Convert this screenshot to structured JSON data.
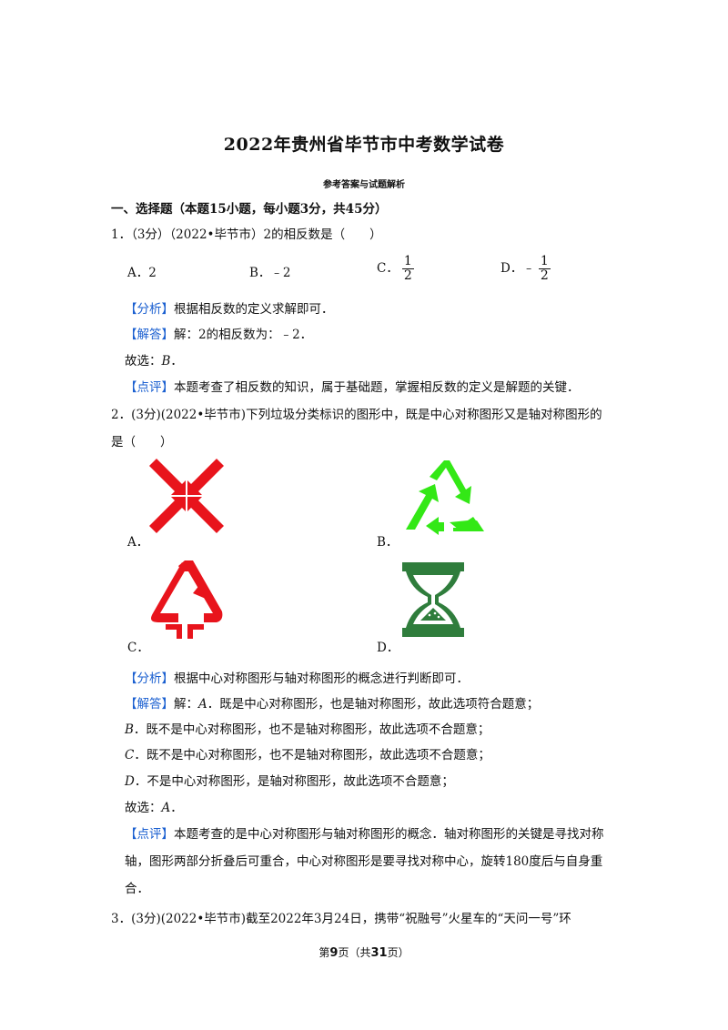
{
  "title": "2022年贵州省毕节市中考数学试卷",
  "subtitle": "参考答案与试题解析",
  "section": "一、选择题（本题15小题，每小题3分，共45分）",
  "q1": {
    "stem": "1．（3分）（2022•毕节市）2的相反数是（　　）",
    "opt_a": "A．2",
    "opt_b": "B．﹣2",
    "opt_c_prefix": "C．",
    "opt_d_prefix": "D．﹣",
    "frac_num": "1",
    "frac_den": "2",
    "analysis_tag": "【分析】",
    "analysis": "根据相反数的定义求解即可．",
    "answer_tag": "【解答】",
    "answer": "解：2的相反数为：﹣2．",
    "choice": "故选：",
    "choice_letter": "B",
    "choice_end": "．",
    "comment_tag": "【点评】",
    "comment": "本题考查了相反数的知识，属于基础题，掌握相反数的定义是解题的关键．"
  },
  "q2": {
    "stem1": "2．(3分)(2022•毕节市)下列垃圾分类标识的图形中，既是中心对称图形又是轴对称图形的",
    "stem2": "是（　　）",
    "label_a": "A．",
    "label_b": "B．",
    "label_c": "C．",
    "label_d": "D．",
    "analysis_tag": "【分析】",
    "analysis": "根据中心对称图形与轴对称图形的概念进行判断即可．",
    "answer_tag": "【解答】",
    "answer_a_pre": "解：",
    "answer_a_letter": "A",
    "answer_a": "．既是中心对称图形，也是轴对称图形，故此选项符合题意；",
    "answer_b_letter": "B",
    "answer_b": "．既不是中心对称图形，也不是轴对称图形，故此选项不合题意；",
    "answer_c_letter": "C",
    "answer_c": "．既不是中心对称图形，也不是轴对称图形，故此选项不合题意；",
    "answer_d_letter": "D",
    "answer_d": "．不是中心对称图形，是轴对称图形，故此选项不合题意；",
    "choice": "故选：",
    "choice_letter": "A",
    "choice_end": "．",
    "comment_tag": "【点评】",
    "comment1": "本题考查的是中心对称图形与轴对称图形的概念．轴对称图形的关键是寻找对称",
    "comment2": "轴，图形两部分折叠后可重合，中心对称图形是要寻找对称中心，旋转180度后与自身重",
    "comment3": "合．"
  },
  "q3": {
    "stem": "3．(3分)(2022•毕节市)截至2022年3月24日，携带“祝融号”火星车的“天问一号”环"
  },
  "footer": {
    "pre": "第",
    "page": "9",
    "mid": "页（共",
    "total": "31",
    "post": "页）"
  },
  "colors": {
    "tag": "#1a5fd0",
    "red": "#e8141c",
    "green": "#33e816",
    "dark_green": "#2f7d3c"
  }
}
